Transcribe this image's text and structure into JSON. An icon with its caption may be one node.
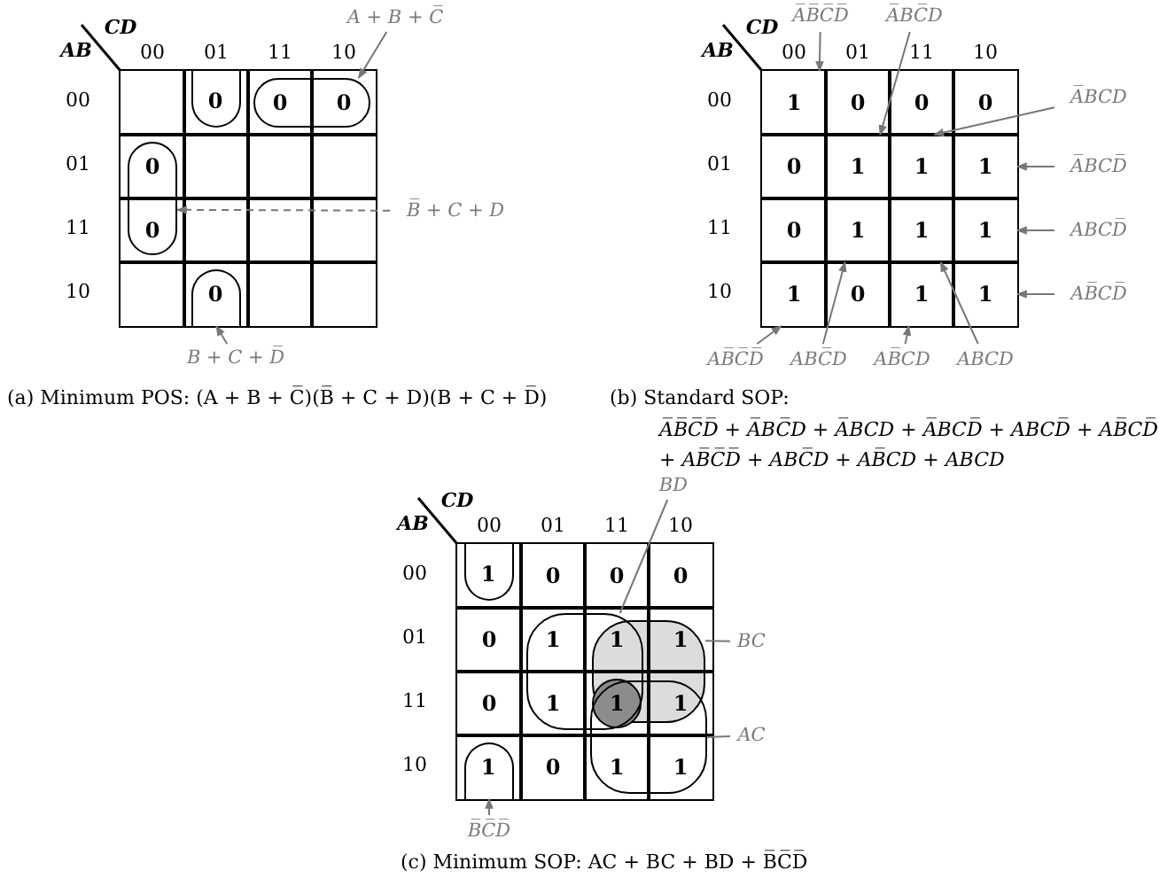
{
  "diagram": {
    "nodes": [
      {
        "text": [
          "A + B + C̅"
        ]
      },
      {
        "text": [
          "B̅ + C + D"
        ]
      },
      {
        "text": [
          "B + C + D̅"
        ]
      },
      {
        "text": [],
        "shape": "box"
      },
      {
        "text": [],
        "shape": "box"
      },
      {
        "text": [
          "0"
        ]
      },
      {
        "text": [
          "0"
        ]
      },
      {
        "text": [
          "0"
        ]
      },
      {
        "text": [],
        "shape": "box"
      },
      {
        "text": [],
        "shape": "box"
      },
      {
        "text": [],
        "shape": "box"
      },
      {
        "text": [
          "0"
        ]
      },
      {
        "text": [],
        "shape": "box"
      },
      {
        "text": [],
        "shape": "box"
      },
      {
        "text": [],
        "shape": "box"
      },
      {
        "text": [],
        "shape": "box"
      },
      {
        "text": [],
        "shape": "box"
      },
      {
        "text": [],
        "shape": "box"
      },
      {
        "text": [],
        "shape": "box"
      },
      {
        "text": [
          "0"
        ],
        "in": 4
      },
      {
        "text": [],
        "shape": "oval"
      },
      {
        "text": [],
        "shape": "oval"
      },
      {
        "text": [
          "0"
        ],
        "in": 16
      },
      {
        "text": [
          "A̅B̅C̅D̅"
        ]
      },
      {
        "text": [
          "A̅BC̅D"
        ]
      },
      {
        "text": [
          "A̅BCD"
        ]
      },
      {
        "text": [
          "A̅BCD̅"
        ]
      },
      {
        "text": [
          "ABCD̅"
        ]
      },
      {
        "text": [
          "AB̅CD̅"
        ]
      },
      {
        "text": [
          "AB̅C̅D̅"
        ]
      },
      {
        "text": [
          "ABC̅D"
        ]
      },
      {
        "text": [
          "AB̅CD"
        ]
      },
      {
        "text": [
          "ABCD"
        ]
      },
      {
        "text": [
          "1"
        ]
      },
      {
        "text": [
          "0"
        ]
      },
      {
        "text": [
          "0"
        ]
      },
      {
        "text": [
          "0"
        ]
      },
      {
        "text": [
          "0"
        ]
      },
      {
        "text": [
          "1"
        ]
      },
      {
        "text": [
          "1"
        ]
      },
      {
        "text": [
          "1"
        ]
      },
      {
        "text": [
          "0"
        ]
      },
      {
        "text": [
          "1"
        ]
      },
      {
        "text": [
          "1"
        ]
      },
      {
        "text": [
          "1"
        ]
      },
      {
        "text": [
          "1"
        ]
      },
      {
        "text": [
          "0"
        ]
      },
      {
        "text": [
          "1"
        ]
      },
      {
        "text": [
          "1"
        ]
      },
      {
        "text": [
          "BD"
        ]
      },
      {
        "text": [
          "BC"
        ]
      },
      {
        "text": [
          "AC"
        ]
      },
      {
        "text": [
          "B̅C̅D̅"
        ]
      },
      {
        "text": [],
        "shape": "box"
      },
      {
        "text": [
          "0"
        ]
      },
      {
        "text": [
          "0"
        ]
      },
      {
        "text": [
          "0"
        ]
      },
      {
        "text": [
          "0"
        ]
      },
      {
        "text": [
          "1"
        ]
      },
      {
        "text": [
          "1"
        ]
      },
      {
        "text": [
          "1"
        ]
      },
      {
        "text": [
          "0"
        ]
      },
      {
        "text": [
          "1"
        ]
      },
      {
        "text": [
          "1"
        ]
      },
      {
        "text": [
          "1"
        ]
      },
      {
        "text": [],
        "shape": "box"
      },
      {
        "text": [
          "0"
        ]
      },
      {
        "text": [
          "1"
        ]
      },
      {
        "text": [
          "1"
        ]
      },
      {
        "text": [
          "1"
        ],
        "in": 53
      },
      {
        "text": [],
        "shape": "oval"
      },
      {
        "text": [],
        "shape": "oval"
      },
      {
        "text": [],
        "shape": "oval"
      },
      {
        "text": [
          "1"
        ],
        "in": 65
      }
    ],
    "edges": [
      {
        "from": 0,
        "to": 20,
        "arrow": "to"
      },
      {
        "from": 1,
        "to": 21,
        "arrow": "to",
        "style": "dashed"
      },
      {
        "from": 2,
        "to": 22,
        "arrow": "to"
      },
      {
        "from": 23,
        "to": 33,
        "arrow": "to"
      },
      {
        "from": 24,
        "to": 38,
        "arrow": "to"
      },
      {
        "from": 25,
        "to": 39,
        "arrow": "to"
      },
      {
        "from": 26,
        "to": 40,
        "arrow": "to"
      },
      {
        "from": 27,
        "to": 44,
        "arrow": "to"
      },
      {
        "from": 28,
        "to": 48,
        "arrow": "to"
      },
      {
        "from": 29,
        "to": 45,
        "arrow": "to"
      },
      {
        "from": 30,
        "to": 42,
        "arrow": "to"
      },
      {
        "from": 31,
        "to": 47,
        "arrow": "to"
      },
      {
        "from": 32,
        "to": 43,
        "arrow": "to"
      },
      {
        "from": 49,
        "to": 70,
        "arrow": "none"
      },
      {
        "from": 50,
        "to": 71,
        "arrow": "none"
      },
      {
        "from": 51,
        "to": 72,
        "arrow": "none"
      },
      {
        "from": 52,
        "to": 73,
        "arrow": "to"
      }
    ],
    "labels": [
      "CD",
      "AB",
      "00",
      "01",
      "11",
      "10",
      "00",
      "01",
      "11",
      "10",
      "CD",
      "AB",
      "00",
      "01",
      "11",
      "10",
      "00",
      "01",
      "11",
      "10",
      "(a) Minimum POS: (A + B + C̅)(B̅ + C + D)(B + C + D̅)",
      "(b) Standard SOP:",
      "A̅B̅C̅D̅ + A̅BC̅D + A̅BCD + A̅BCD̅ + ABCD̅ + AB̅CD̅ + AB̅C̅D̅ + ABC̅D + AB̅CD + ABCD",
      "CD",
      "AB",
      "00",
      "01",
      "11",
      "10",
      "00",
      "01",
      "11",
      "10",
      "(c) Minimum SOP: AC + BC + BD + B̅C̅D̅"
    ]
  }
}
